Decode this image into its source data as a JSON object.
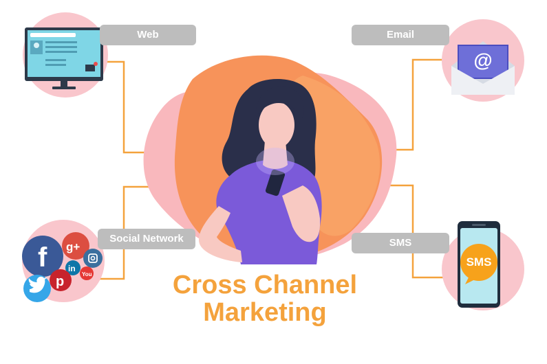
{
  "title": {
    "line1": "Cross Channel",
    "line2": "Marketing"
  },
  "channels": [
    {
      "label": "Web",
      "icon": "web-monitor-icon"
    },
    {
      "label": "Email",
      "icon": "email-envelope-icon"
    },
    {
      "label": "Social Network",
      "icon": "social-media-icons"
    },
    {
      "label": "SMS",
      "icon": "smartphone-sms-icon"
    }
  ],
  "sms_bubble_text": "SMS",
  "email_glyph": "@",
  "colors": {
    "accent": "#f4a23c",
    "connector": "#f4a23c",
    "circle_bg": "#f9c6cc",
    "label_bg": "#bdbdbd",
    "blob_orange": "#f7935a",
    "blob_pink": "#f9b8bd",
    "shirt": "#7b5ad9",
    "hair": "#2a2f4a"
  }
}
